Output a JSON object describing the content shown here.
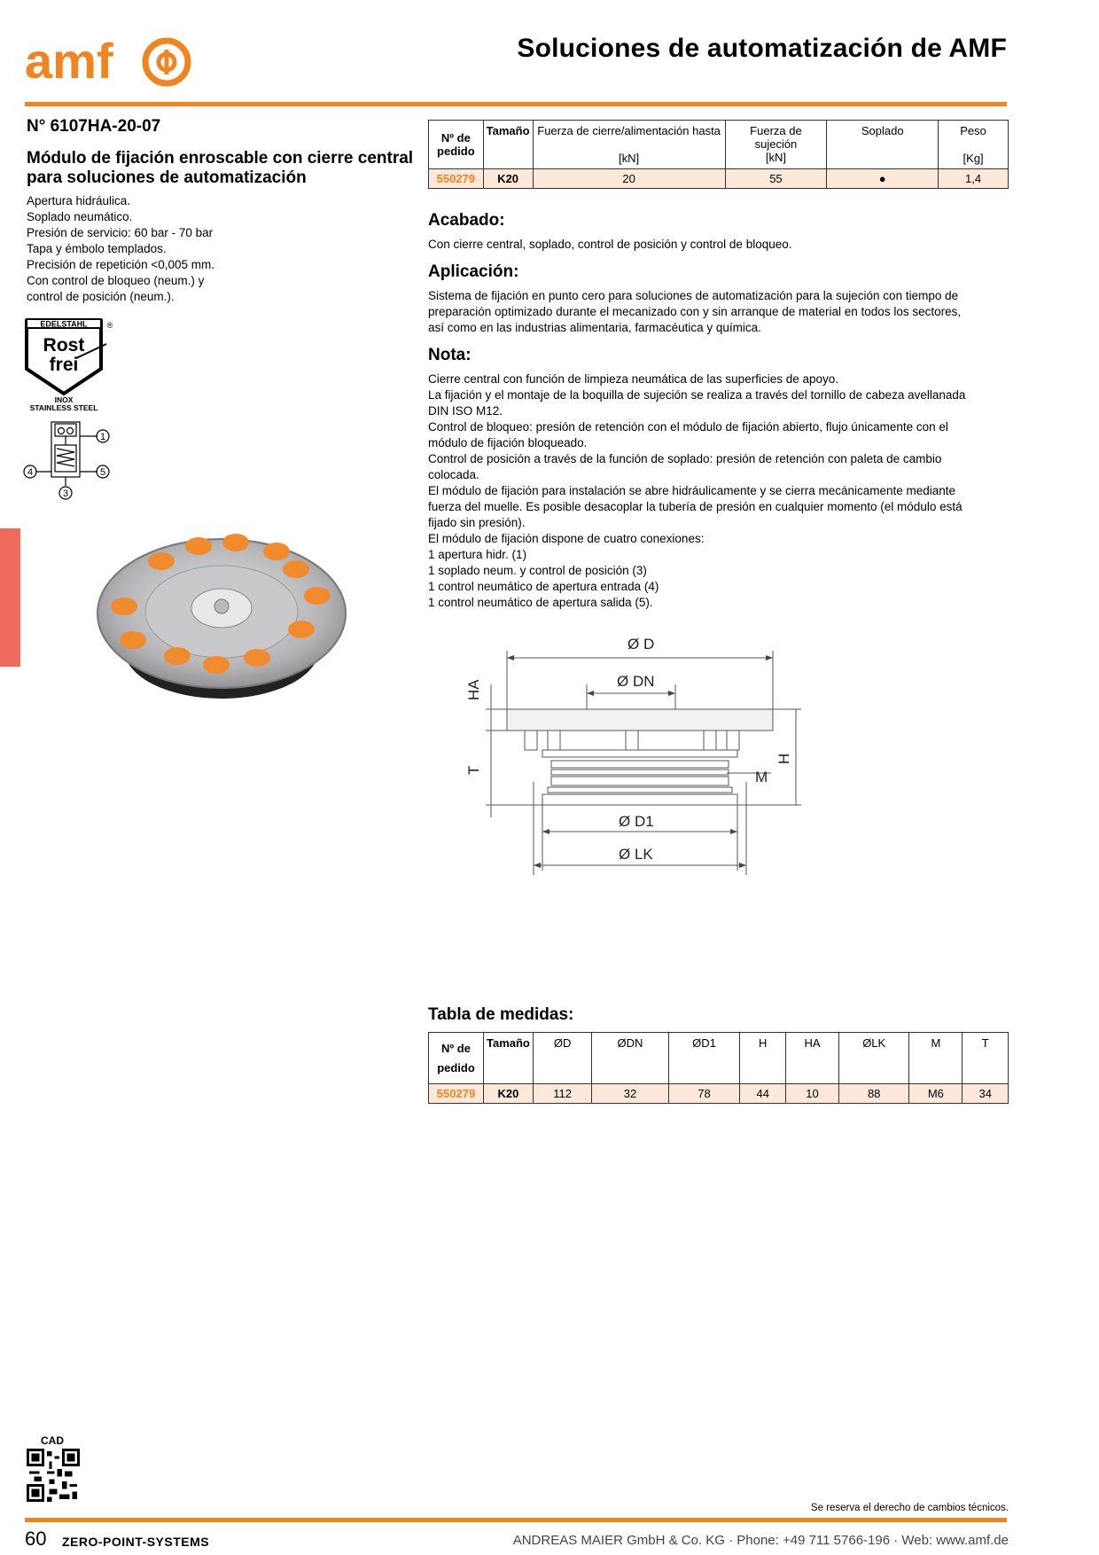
{
  "header": {
    "title": "Soluciones de automatización de AMF",
    "logo_text": "amf"
  },
  "product": {
    "article_no": "N° 6107HA-20-07",
    "title": "Módulo de fijación enroscable con cierre central para soluciones de automatización",
    "features": [
      "Apertura hidráulica.",
      "Soplado neumático.",
      "Presión de servicio: 60 bar - 70 bar",
      "Tapa y émbolo templados.",
      "Precisión de repetición <0,005 mm.",
      "Con control de bloqueo (neum.) y",
      "control de posición (neum.)."
    ]
  },
  "badge": {
    "top": "EDELSTAHL",
    "line1": "Rost",
    "line2": "frei",
    "inox": "INOX",
    "stainless": "STAINLESS STEEL",
    "registered": "®"
  },
  "schematic": {
    "p1": "1",
    "p3": "3",
    "p4": "4",
    "p5": "5"
  },
  "table1": {
    "headers": [
      "Nº de pedido",
      "Tamaño",
      "Fuerza de cierre/alimentación hasta",
      "Fuerza de sujeción",
      "Soplado",
      "Peso"
    ],
    "units": [
      "",
      "",
      "[kN]",
      "[kN]",
      "",
      "[Kg]"
    ],
    "row": [
      "550279",
      "K20",
      "20",
      "55",
      "●",
      "1,4"
    ]
  },
  "acabado": {
    "heading": "Acabado:",
    "text": "Con cierre central, soplado, control de posición y control de bloqueo."
  },
  "aplicacion": {
    "heading": "Aplicación:",
    "lines": [
      "Sistema de fijación en punto cero para soluciones de automatización para la sujeción con tiempo de",
      "preparación optimizado durante el mecanizado con y sin arranque de material en todos los sectores,",
      "así como en las industrias alimentaria, farmacéutica y química."
    ]
  },
  "nota": {
    "heading": "Nota:",
    "lines": [
      "Cierre central con función de limpieza neumática de las superficies de apoyo.",
      "La fijación y el montaje de la boquilla de sujeción se realiza a través del tornillo de cabeza avellanada",
      "DIN ISO M12.",
      "Control de bloqueo: presión de retención con el módulo de fijación abierto, flujo únicamente con el",
      "módulo de fijación bloqueado.",
      "Control de posición a través de la función de soplado: presión de retención con paleta de cambio",
      "colocada.",
      "El módulo de fijación para instalación se abre hidráulicamente y se cierra mecánicamente mediante",
      "fuerza del muelle. Es posible desacoplar la tubería de presión en cualquier momento (el módulo está",
      "fijado sin presión).",
      "El módulo de fijación dispone de cuatro conexiones:",
      "1 apertura hidr. (1)",
      "1 soplado neum. y control de posición (3)",
      "1 control neumático de apertura entrada (4)",
      "1 control neumático de apertura salida (5)."
    ]
  },
  "drawing": {
    "D": "Ø D",
    "DN": "Ø DN",
    "D1": "Ø D1",
    "LK": "Ø LK",
    "HA": "HA",
    "T": "T",
    "H": "H",
    "M": "M"
  },
  "medidas": {
    "heading": "Tabla de medidas:",
    "headers": [
      "Nº de pedido",
      "Tamaño",
      "ØD",
      "ØDN",
      "ØD1",
      "H",
      "HA",
      "ØLK",
      "M",
      "T"
    ],
    "row": [
      "550279",
      "K20",
      "112",
      "32",
      "78",
      "44",
      "10",
      "88",
      "M6",
      "34"
    ]
  },
  "footer": {
    "cad": "CAD",
    "rights": "Se reserva el derecho de cambios técnicos.",
    "page": "60",
    "section": "ZERO-POINT-SYSTEMS",
    "company": "ANDREAS MAIER GmbH & Co. KG · Phone: +49 711 5766-196 · Web: www.amf.de"
  },
  "colors": {
    "accent": "#f0841e",
    "side_tab": "#ee6a5c",
    "row_bg": "#fde8d9"
  }
}
